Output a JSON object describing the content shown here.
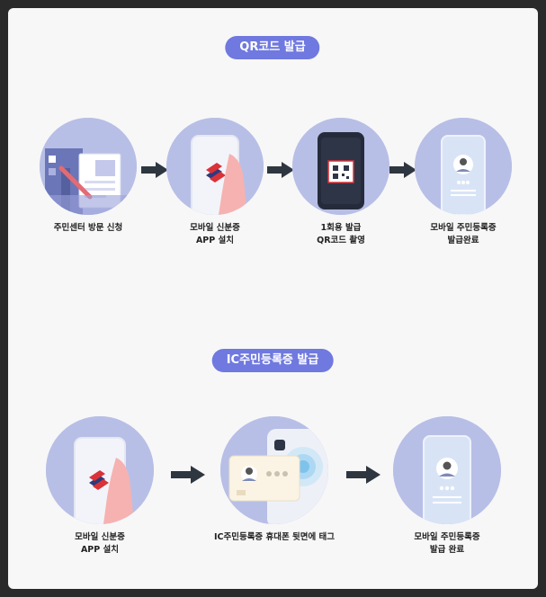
{
  "sections": {
    "qr": {
      "title": "QR코드 발급"
    },
    "ic": {
      "title": "IC주민등록증 발급"
    }
  },
  "qr_steps": [
    {
      "label": "주민센터 방문 신청",
      "icon": "visit-center-icon"
    },
    {
      "label": "모바일 신분증\nAPP 설치",
      "icon": "app-install-icon"
    },
    {
      "label": "1회용 발급\nQR코드 촬영",
      "icon": "qr-scan-icon"
    },
    {
      "label": "모바일 주민등록증\n발급완료",
      "icon": "mobile-id-card-icon"
    }
  ],
  "ic_steps": [
    {
      "label": "모바일 신분증\nAPP 설치",
      "icon": "app-install-icon"
    },
    {
      "label": "IC주민등록증 휴대폰 뒷면에 태그",
      "icon": "nfc-tag-icon"
    },
    {
      "label": "모바일 주민등록증\n발급 완료",
      "icon": "mobile-id-card-icon"
    }
  ],
  "colors": {
    "pill": "#6f79df",
    "circle": "#b8bfe6",
    "arrow": "#2e3640",
    "background": "#f7f7f8"
  }
}
